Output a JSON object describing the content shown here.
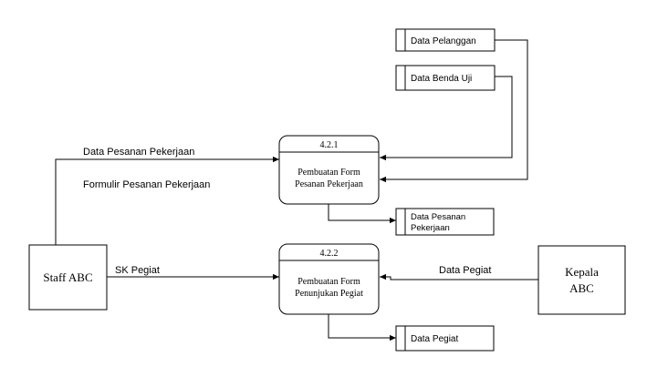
{
  "processes": [
    {
      "id": "4.2.1",
      "name_line1": "Pembuatan Form",
      "name_line2": "Pesanan Pekerjaan"
    },
    {
      "id": "4.2.2",
      "name_line1": "Pembuatan Form",
      "name_line2": "Penunjukan Pegiat"
    }
  ],
  "entities": [
    {
      "line1": "Staff ABC"
    },
    {
      "line1": "Kepala",
      "line2": "ABC"
    }
  ],
  "stores": [
    {
      "line1": "Data Pelanggan"
    },
    {
      "line1": "Data Benda Uji"
    },
    {
      "line1": "Data Pesanan",
      "line2": "Pekerjaan"
    },
    {
      "line1": "Data Pegiat"
    }
  ],
  "flows": [
    {
      "label": "Data Pesanan Pekerjaan"
    },
    {
      "label": "Formulir Pesanan Pekerjaan"
    },
    {
      "label": "SK Pegiat"
    },
    {
      "label": "Data Pegiat"
    }
  ]
}
